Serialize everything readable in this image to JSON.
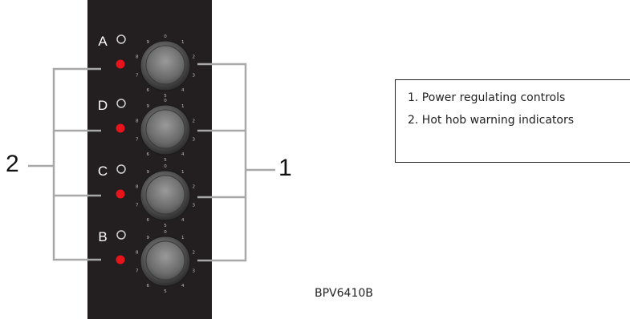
{
  "panel": {
    "background": "#231f20",
    "rows": [
      {
        "letter": "A"
      },
      {
        "letter": "D"
      },
      {
        "letter": "C"
      },
      {
        "letter": "B"
      }
    ],
    "dial_numbers": [
      "0",
      "1",
      "2",
      "3",
      "4",
      "5",
      "6",
      "7",
      "8",
      "9"
    ],
    "indicator_color": "#e8141b"
  },
  "callouts": {
    "left": "2",
    "right": "1"
  },
  "legend": {
    "items": [
      "1. Power regulating controls",
      "2. Hot hob warning indicators"
    ]
  },
  "model_code": "BPV6410B"
}
